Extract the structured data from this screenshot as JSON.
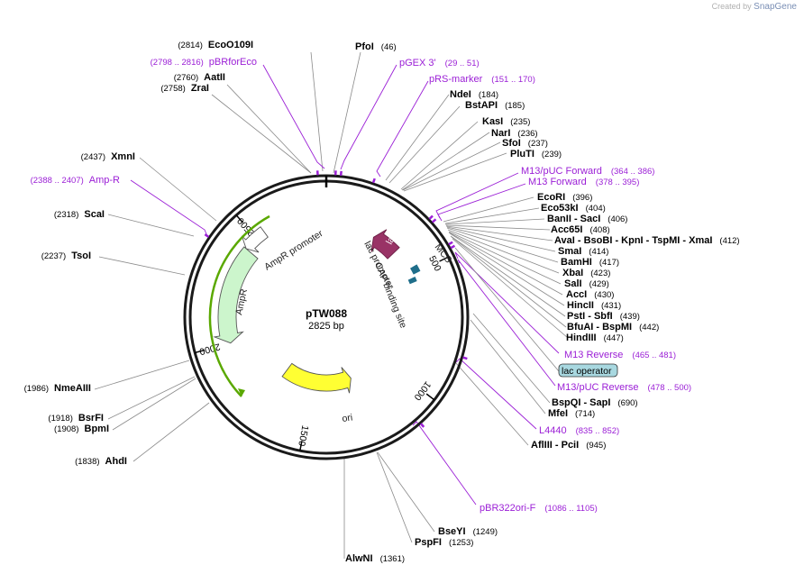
{
  "logo": {
    "prefix": "Created by",
    "brand": "SnapGene"
  },
  "plasmid": {
    "name": "pTW088",
    "size_label": "2825 bp",
    "length": 2825
  },
  "ticks": [
    {
      "label": "500",
      "pos": 500
    },
    {
      "label": "1000",
      "pos": 1000
    },
    {
      "label": "1500",
      "pos": 1500
    },
    {
      "label": "2000",
      "pos": 2000
    },
    {
      "label": "2500",
      "pos": 2500
    }
  ],
  "features": [
    {
      "name": "AmpR",
      "start": 2437,
      "end": 2000,
      "color": "#ccf5cc",
      "stroke": "#555555"
    },
    {
      "name": "AmpR promoter",
      "start": 2542,
      "end": 2437,
      "color": "#ffffff",
      "stroke": "#555555"
    },
    {
      "name": "ori",
      "start": 1700,
      "end": 1240,
      "color": "#ffff33",
      "stroke": "#555555"
    },
    {
      "name": "lacZα",
      "start": 364,
      "end": 240,
      "color": "#993366",
      "stroke": "#6b1f45"
    },
    {
      "name": "lac promoter",
      "start": 470,
      "end": 500,
      "color": "#1f6e8a",
      "stroke": "#1f6e8a"
    },
    {
      "name": "CAP binding site",
      "start": 515,
      "end": 535,
      "color": "#1f6e8a",
      "stroke": "#1f6e8a"
    }
  ],
  "labels": {
    "enzymes": [
      {
        "name": "EcoO109I",
        "pos": "(2814)"
      },
      {
        "name": "PfoI",
        "pos": "(46)"
      },
      {
        "name": "AatII",
        "pos": "(2760)"
      },
      {
        "name": "ZraI",
        "pos": "(2758)"
      },
      {
        "name": "NdeI",
        "pos": "(184)"
      },
      {
        "name": "BstAPI",
        "pos": "(185)"
      },
      {
        "name": "KasI",
        "pos": "(235)"
      },
      {
        "name": "NarI",
        "pos": "(236)"
      },
      {
        "name": "SfoI",
        "pos": "(237)"
      },
      {
        "name": "PluTI",
        "pos": "(239)"
      },
      {
        "name": "XmnI",
        "pos": "(2437)"
      },
      {
        "name": "EcoRI",
        "pos": "(396)"
      },
      {
        "name": "Eco53kI",
        "pos": "(404)"
      },
      {
        "name": "BanII - SacI",
        "pos": "(406)"
      },
      {
        "name": "ScaI",
        "pos": "(2318)"
      },
      {
        "name": "Acc65I",
        "pos": "(408)"
      },
      {
        "name": "AvaI - BsoBI - KpnI - TspMI - XmaI",
        "pos": "(412)"
      },
      {
        "name": "SmaI",
        "pos": "(414)"
      },
      {
        "name": "TsoI",
        "pos": "(2237)"
      },
      {
        "name": "BamHI",
        "pos": "(417)"
      },
      {
        "name": "XbaI",
        "pos": "(423)"
      },
      {
        "name": "SalI",
        "pos": "(429)"
      },
      {
        "name": "AccI",
        "pos": "(430)"
      },
      {
        "name": "HincII",
        "pos": "(431)"
      },
      {
        "name": "PstI - SbfI",
        "pos": "(439)"
      },
      {
        "name": "BfuAI - BspMI",
        "pos": "(442)"
      },
      {
        "name": "HindIII",
        "pos": "(447)"
      },
      {
        "name": "NmeAIII",
        "pos": "(1986)"
      },
      {
        "name": "BspQI - SapI",
        "pos": "(690)"
      },
      {
        "name": "MfeI",
        "pos": "(714)"
      },
      {
        "name": "BsrFI",
        "pos": "(1918)"
      },
      {
        "name": "BpmI",
        "pos": "(1908)"
      },
      {
        "name": "AflIII - PciI",
        "pos": "(945)"
      },
      {
        "name": "AhdI",
        "pos": "(1838)"
      },
      {
        "name": "BseYI",
        "pos": "(1249)"
      },
      {
        "name": "PspFI",
        "pos": "(1253)"
      },
      {
        "name": "AlwNI",
        "pos": "(1361)"
      }
    ],
    "primers": [
      {
        "name": "pBRforEco",
        "pos": "(2798 .. 2816)"
      },
      {
        "name": "pGEX 3'",
        "pos": "(29 .. 51)"
      },
      {
        "name": "pRS-marker",
        "pos": "(151 .. 170)"
      },
      {
        "name": "M13/pUC Forward",
        "pos": "(364 .. 386)"
      },
      {
        "name": "M13 Forward",
        "pos": "(378 .. 395)"
      },
      {
        "name": "Amp-R",
        "pos": "(2388 .. 2407)"
      },
      {
        "name": "M13 Reverse",
        "pos": "(465 .. 481)"
      },
      {
        "name": "M13/pUC Reverse",
        "pos": "(478 .. 500)"
      },
      {
        "name": "L4440",
        "pos": "(835 .. 852)"
      },
      {
        "name": "pBR322ori-F",
        "pos": "(1086 .. 1105)"
      }
    ],
    "misc": {
      "lac_operator": "lac operator",
      "mcs": "MCS"
    }
  },
  "colors": {
    "enzyme": "#000000",
    "primer": "#9b1fd6",
    "backbone": "#1a1a1a",
    "operator_fill": "#a8d8e0",
    "leader": "#8a8a8a"
  }
}
